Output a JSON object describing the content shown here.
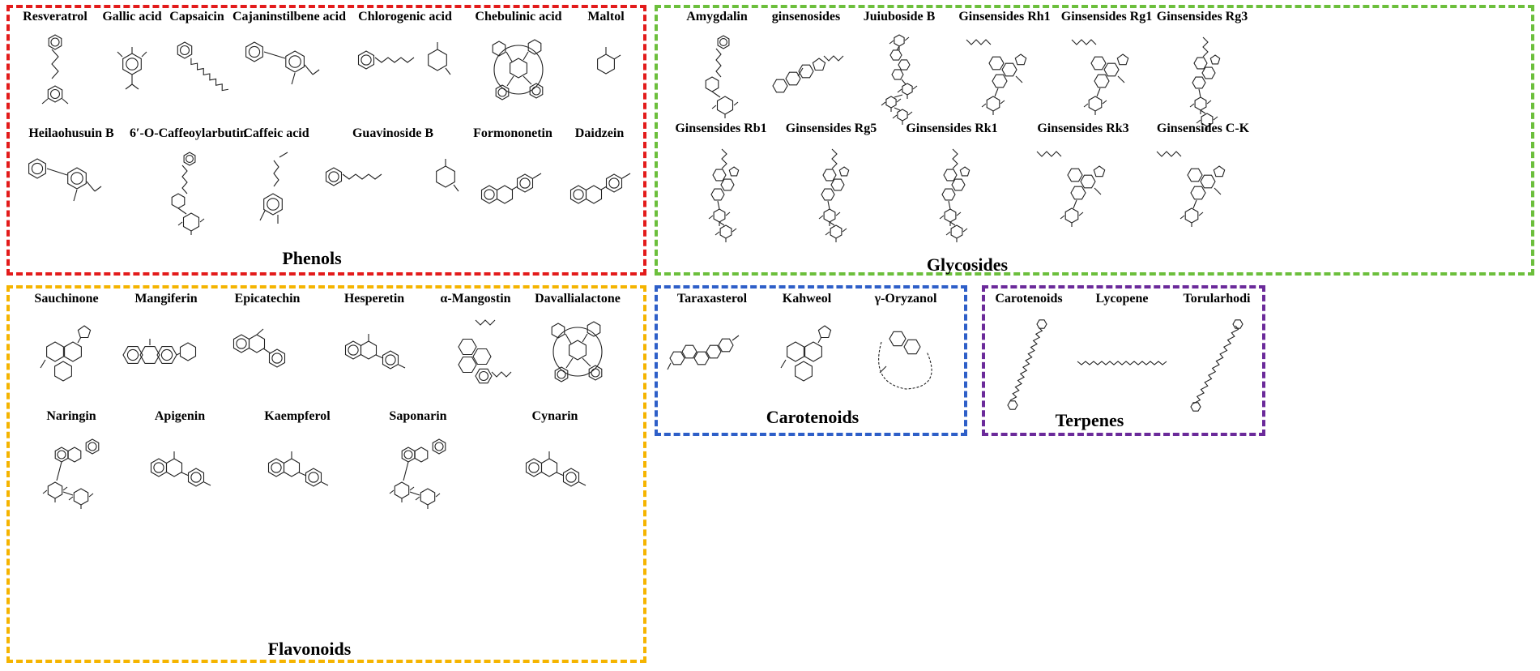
{
  "groups": {
    "phenols": {
      "title": "Phenols",
      "color": "#e31b1b",
      "compounds": [
        "Resveratrol",
        "Gallic acid",
        "Capsaicin",
        "Cajaninstilbene acid",
        "Chlorogenic acid",
        "Chebulinic acid",
        "Maltol",
        "Heilaohusuin B",
        "6′-O-Caffeoylarbutin",
        "Caffeic acid",
        "Guavinoside B",
        "Formononetin",
        "Daidzein"
      ]
    },
    "glycosides": {
      "title": "Glycosides",
      "color": "#6cbf3c",
      "compounds": [
        "Amygdalin",
        "ginsenosides",
        "Juiuboside B",
        "Ginsensides Rh1",
        "Ginsensides Rg1",
        "Ginsensides Rg3",
        "Ginsensides Rb1",
        "Ginsensides Rg5",
        "Ginsensides Rk1",
        "Ginsensides Rk3",
        "Ginsensides C-K"
      ]
    },
    "flavonoids": {
      "title": "Flavonoids",
      "color": "#f5b400",
      "compounds": [
        "Sauchinone",
        "Mangiferin",
        "Epicatechin",
        "Hesperetin",
        "α-Mangostin",
        "Davallialactone",
        "Naringin",
        "Apigenin",
        "Kaempferol",
        "Saponarin",
        "Cynarin"
      ]
    },
    "carotenoids": {
      "title": "Carotenoids",
      "color": "#2e5fc8",
      "compounds": [
        "Taraxasterol",
        "Kahweol",
        "γ-Oryzanol"
      ]
    },
    "terpenes": {
      "title": "Terpenes",
      "color": "#6b2a9a",
      "compounds": [
        "Carotenoids",
        "Lycopene",
        "Torularhodi"
      ]
    }
  }
}
